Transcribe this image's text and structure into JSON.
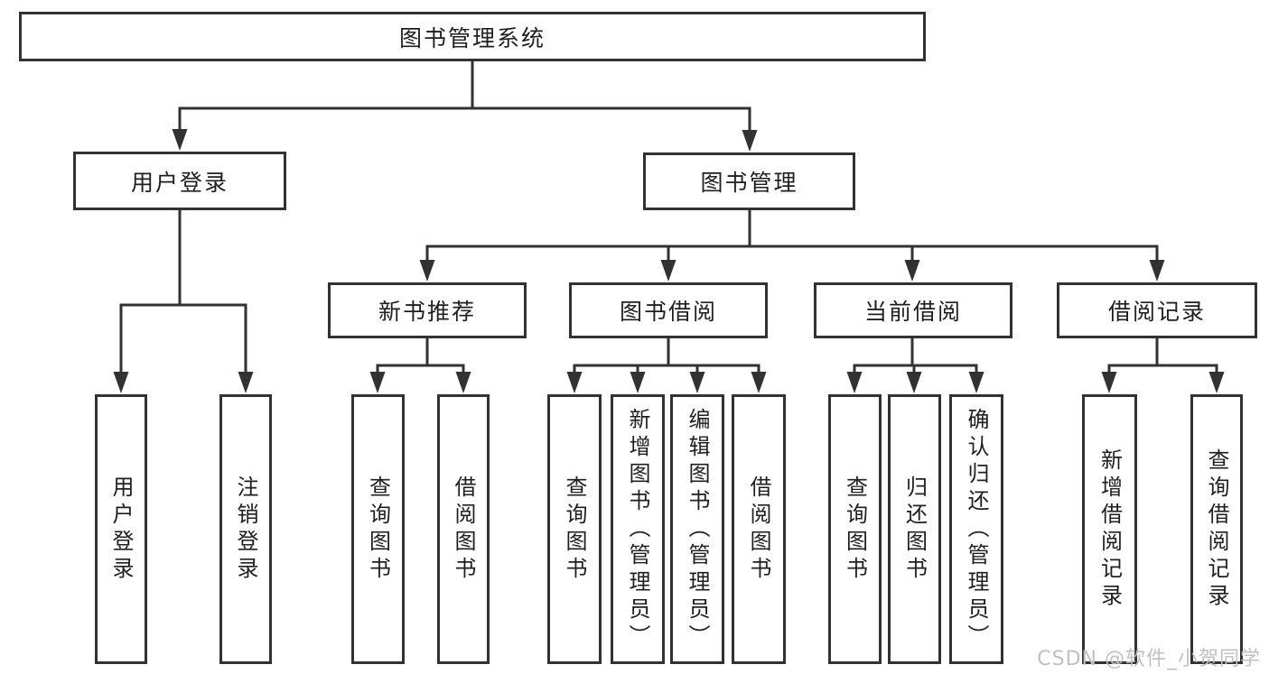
{
  "diagram": {
    "root": {
      "label": "图书管理系统"
    },
    "branches": [
      {
        "label": "用户登录",
        "children": [
          {
            "label": "用户登录"
          },
          {
            "label": "注销登录"
          }
        ]
      },
      {
        "label": "图书管理",
        "children": [
          {
            "label": "新书推荐",
            "children": [
              {
                "label": "查询图书"
              },
              {
                "label": "借阅图书"
              }
            ]
          },
          {
            "label": "图书借阅",
            "children": [
              {
                "label": "查询图书"
              },
              {
                "label": "新增图书（管理员）"
              },
              {
                "label": "编辑图书（管理员）"
              },
              {
                "label": "借阅图书"
              }
            ]
          },
          {
            "label": "当前借阅",
            "children": [
              {
                "label": "查询图书"
              },
              {
                "label": "归还图书"
              },
              {
                "label": "确认归还（管理员）"
              }
            ]
          },
          {
            "label": "借阅记录",
            "children": [
              {
                "label": "新增借阅记录"
              },
              {
                "label": "查询借阅记录"
              }
            ]
          }
        ]
      }
    ]
  },
  "watermark": {
    "text": "CSDN @软件_小贺同学"
  },
  "colors": {
    "line": "#323232",
    "box_border": "#323232",
    "box_background": "#ffffff",
    "text": "#1f1f1f",
    "watermark": "#c0c0c0",
    "page_background": "#ffffff"
  }
}
